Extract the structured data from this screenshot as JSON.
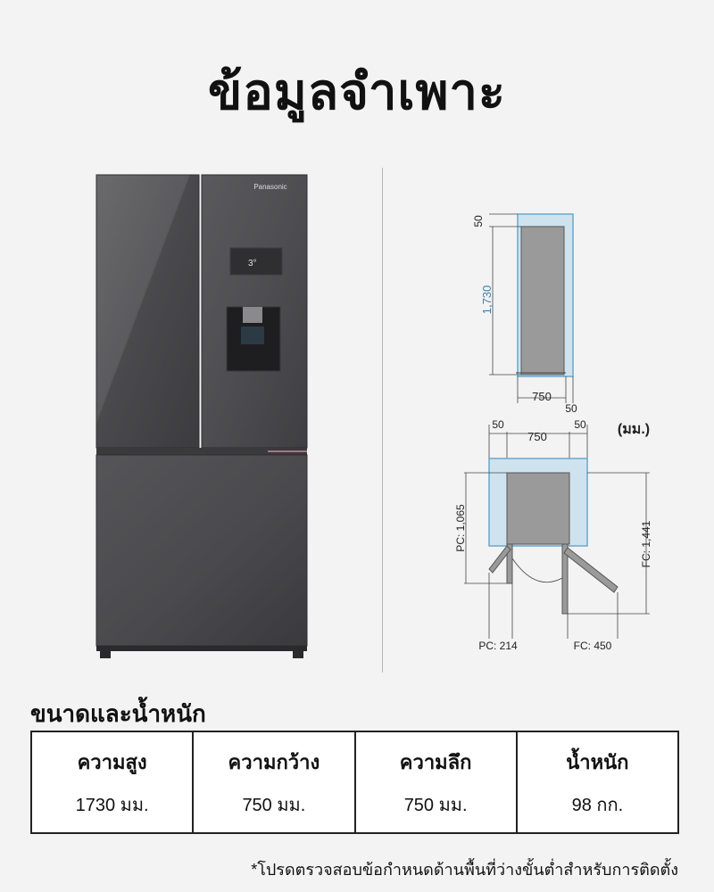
{
  "page": {
    "title": "ข้อมูลจำเพาะ",
    "brand": "Panasonic",
    "display_text": "3°"
  },
  "diagram": {
    "side_top_gap": "50",
    "side_height": "1,730",
    "side_width": "750",
    "side_back_gap": "50",
    "top_left_gap": "50",
    "top_width": "750",
    "top_right_gap": "50",
    "unit": "(มม.)",
    "pc_depth": "PC: 1,065",
    "fc_depth": "FC: 1,441",
    "pc_swing": "PC: 214",
    "fc_swing": "FC: 450",
    "colors": {
      "clearance": "#cfe3ef",
      "clearance_border": "#6aa8cc",
      "body": "#9a9a9a",
      "height_label": "#3a7fb0"
    }
  },
  "specs": {
    "section_title": "ขนาดและน้ำหนัก",
    "items": [
      {
        "label": "ความสูง",
        "value": "1730 มม."
      },
      {
        "label": "ความกว้าง",
        "value": "750 มม."
      },
      {
        "label": "ความลึก",
        "value": "750 มม."
      },
      {
        "label": "น้ำหนัก",
        "value": "98 กก."
      }
    ],
    "footnote": "*โปรดตรวจสอบข้อกำหนดด้านพื้นที่ว่างขั้นต่ำสำหรับการติดตั้ง"
  }
}
